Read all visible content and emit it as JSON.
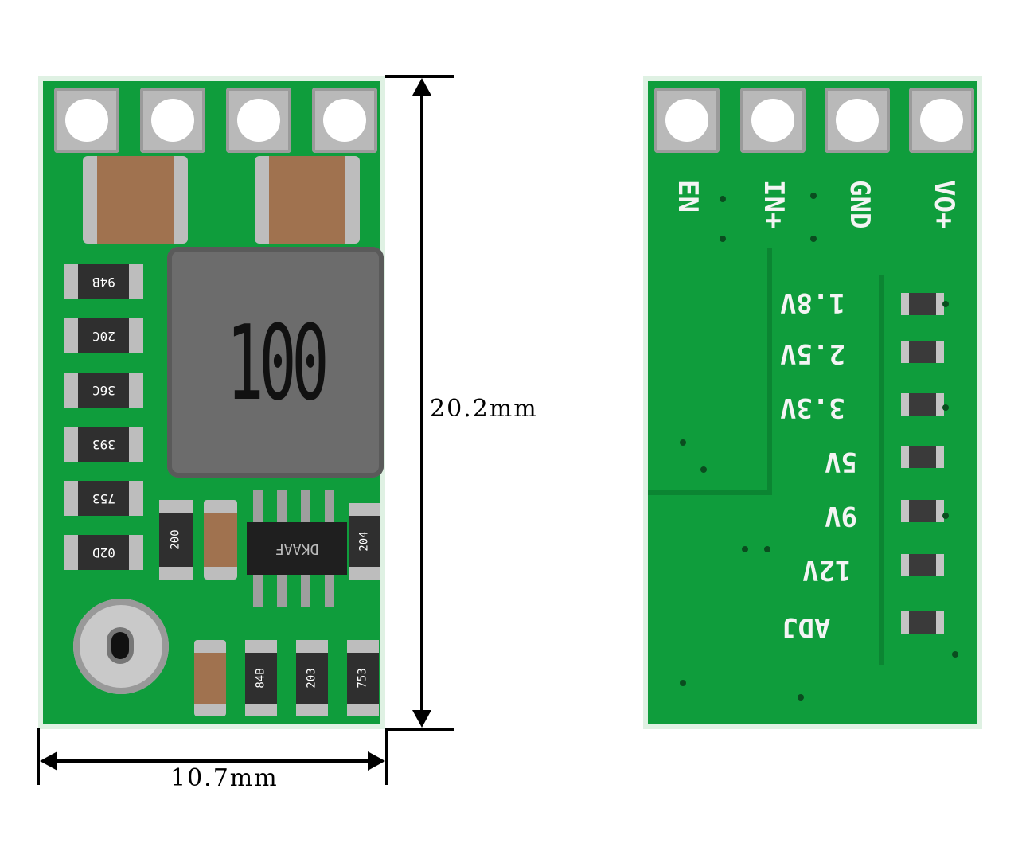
{
  "dimensions": {
    "height_label": "20.2mm",
    "width_label": "10.7mm"
  },
  "front": {
    "inductor_marking": "100",
    "resistors": [
      "94B",
      "20C",
      "36C",
      "393",
      "753",
      "02D"
    ],
    "ic_marking": "DKAAF",
    "small_parts": {
      "r_top_left": "200",
      "r_top_right": "204",
      "r_bottom_1": "84B",
      "r_bottom_2": "203",
      "r_bottom_3": "753"
    }
  },
  "back": {
    "pin_labels": [
      "EN",
      "IN+",
      "GND",
      "VO+"
    ],
    "voltage_labels": [
      "1.8V",
      "2.5V",
      "3.3V",
      "5V",
      "9V",
      "12V",
      "ADJ"
    ]
  }
}
